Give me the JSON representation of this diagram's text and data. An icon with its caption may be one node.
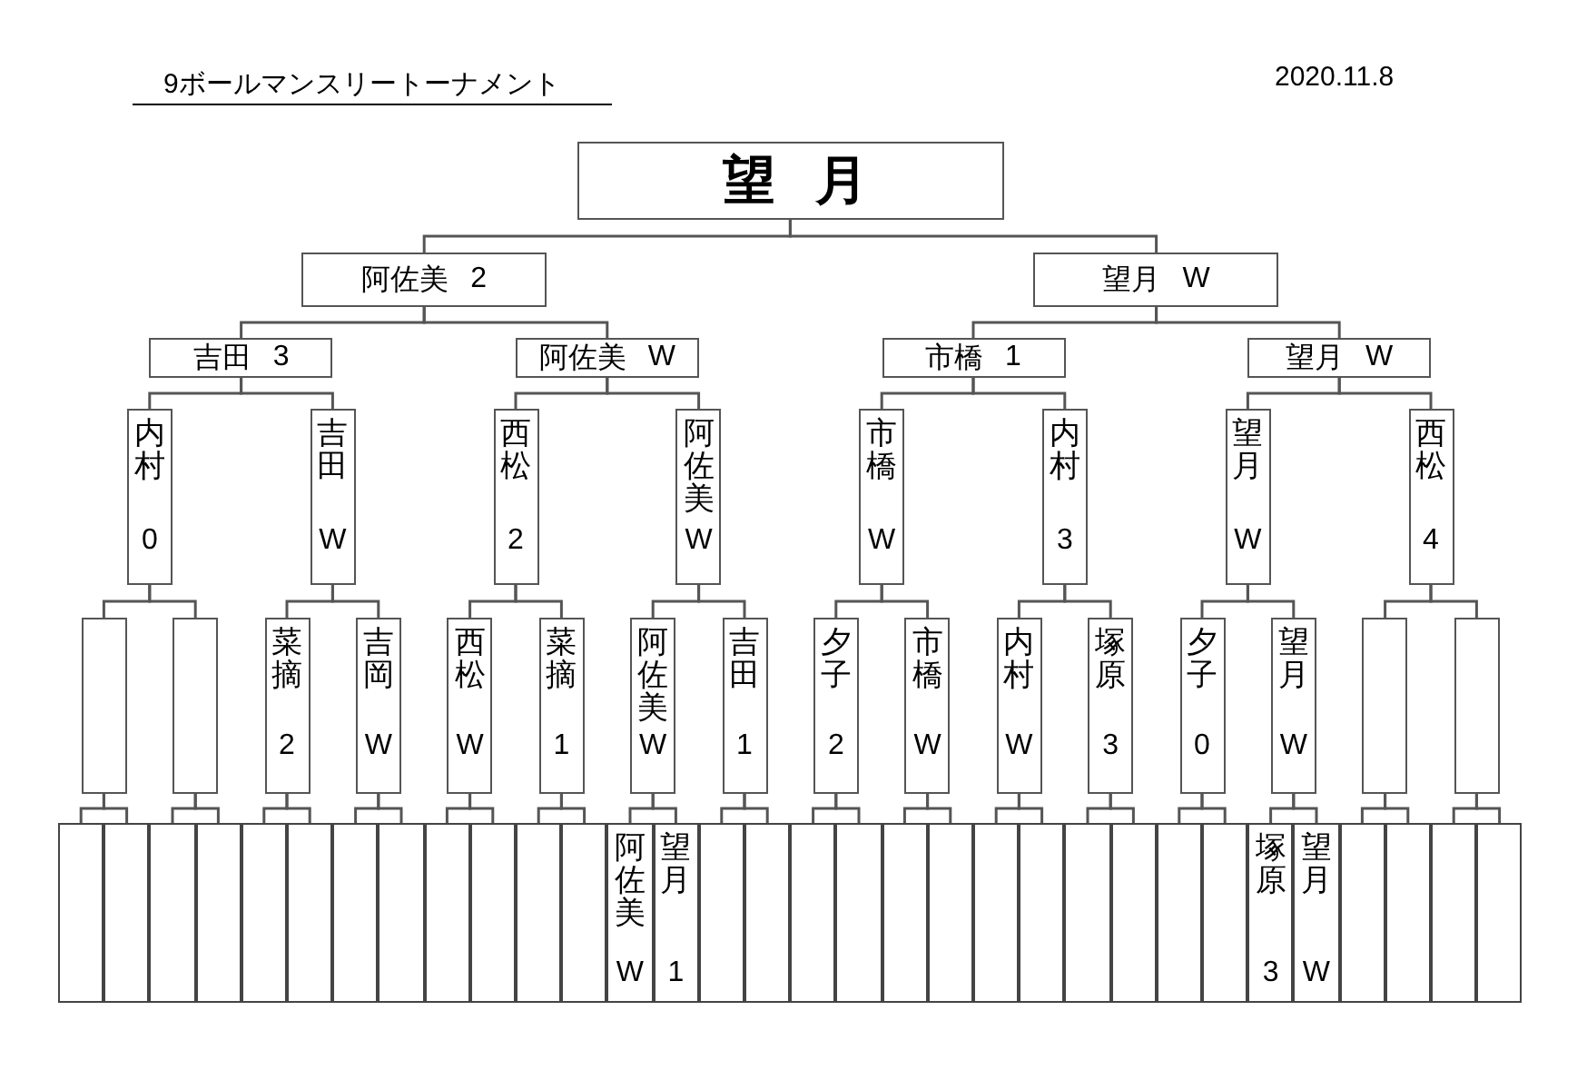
{
  "diagram": {
    "title": "9ボールマンスリートーナメント",
    "nodes": [
      {
        "text": [
          "望月"
        ]
      },
      {
        "text": [
          "阿佐美",
          "2"
        ]
      },
      {
        "text": [
          "望月",
          "W"
        ]
      },
      {
        "text": [
          "吉田",
          "3"
        ]
      },
      {
        "text": [
          "阿佐美",
          "W"
        ]
      },
      {
        "text": [
          "市橋",
          "1"
        ]
      },
      {
        "text": [
          "望月",
          "W"
        ]
      },
      {
        "text": [
          "内村",
          "0"
        ]
      },
      {
        "text": [
          "吉田",
          "W"
        ]
      },
      {
        "text": [
          "西松",
          "2"
        ]
      },
      {
        "text": [
          "阿佐美",
          "W"
        ]
      },
      {
        "text": [
          "市橋",
          "W"
        ]
      },
      {
        "text": [
          "内村",
          "3"
        ]
      },
      {
        "text": [
          "望月",
          "W"
        ]
      },
      {
        "text": [
          "西松",
          "4"
        ]
      },
      {
        "text": [],
        "shape": "box"
      },
      {
        "text": [],
        "shape": "box"
      },
      {
        "text": [
          "菜摘",
          "2"
        ]
      },
      {
        "text": [
          "吉岡",
          "W"
        ]
      },
      {
        "text": [
          "西松",
          "W"
        ]
      },
      {
        "text": [
          "菜摘",
          "1"
        ]
      },
      {
        "text": [
          "阿佐美",
          "W"
        ]
      },
      {
        "text": [
          "吉田",
          "1"
        ]
      },
      {
        "text": [
          "夕子",
          "2"
        ]
      },
      {
        "text": [
          "市橋",
          "W"
        ]
      },
      {
        "text": [
          "内村",
          "W"
        ]
      },
      {
        "text": [
          "塚原",
          "3"
        ]
      },
      {
        "text": [
          "夕子",
          "0"
        ]
      },
      {
        "text": [
          "望月",
          "W"
        ]
      },
      {
        "text": [],
        "shape": "box"
      },
      {
        "text": [],
        "shape": "box"
      },
      {
        "text": [],
        "shape": "box"
      },
      {
        "text": [],
        "shape": "box"
      },
      {
        "text": [],
        "shape": "box"
      },
      {
        "text": [],
        "shape": "box"
      },
      {
        "text": [],
        "shape": "box"
      },
      {
        "text": [],
        "shape": "box"
      },
      {
        "text": [],
        "shape": "box"
      },
      {
        "text": [],
        "shape": "box"
      },
      {
        "text": [],
        "shape": "box"
      },
      {
        "text": [],
        "shape": "box"
      },
      {
        "text": [],
        "shape": "box"
      },
      {
        "text": [],
        "shape": "box"
      },
      {
        "text": [
          "阿佐美",
          "W"
        ]
      },
      {
        "text": [
          "望月",
          "1"
        ]
      },
      {
        "text": [],
        "shape": "box"
      },
      {
        "text": [],
        "shape": "box"
      },
      {
        "text": [],
        "shape": "box"
      },
      {
        "text": [],
        "shape": "box"
      },
      {
        "text": [],
        "shape": "box"
      },
      {
        "text": [],
        "shape": "box"
      },
      {
        "text": [],
        "shape": "box"
      },
      {
        "text": [],
        "shape": "box"
      },
      {
        "text": [],
        "shape": "box"
      },
      {
        "text": [],
        "shape": "box"
      },
      {
        "text": [],
        "shape": "box"
      },
      {
        "text": [],
        "shape": "box"
      },
      {
        "text": [
          "塚原",
          "3"
        ]
      },
      {
        "text": [
          "望月",
          "W"
        ]
      },
      {
        "text": [],
        "shape": "box"
      },
      {
        "text": [],
        "shape": "box"
      },
      {
        "text": [],
        "shape": "box"
      },
      {
        "text": [],
        "shape": "box"
      }
    ],
    "edges": [
      {
        "from": 0,
        "to": 1,
        "arrow": "none"
      },
      {
        "from": 0,
        "to": 2,
        "arrow": "none"
      },
      {
        "from": 1,
        "to": 3,
        "arrow": "none"
      },
      {
        "from": 1,
        "to": 4,
        "arrow": "none"
      },
      {
        "from": 2,
        "to": 5,
        "arrow": "none"
      },
      {
        "from": 2,
        "to": 6,
        "arrow": "none"
      },
      {
        "from": 3,
        "to": 7,
        "arrow": "none"
      },
      {
        "from": 3,
        "to": 8,
        "arrow": "none"
      },
      {
        "from": 4,
        "to": 9,
        "arrow": "none"
      },
      {
        "from": 4,
        "to": 10,
        "arrow": "none"
      },
      {
        "from": 5,
        "to": 11,
        "arrow": "none"
      },
      {
        "from": 5,
        "to": 12,
        "arrow": "none"
      },
      {
        "from": 6,
        "to": 13,
        "arrow": "none"
      },
      {
        "from": 6,
        "to": 14,
        "arrow": "none"
      },
      {
        "from": 7,
        "to": 15,
        "arrow": "none"
      },
      {
        "from": 7,
        "to": 16,
        "arrow": "none"
      },
      {
        "from": 8,
        "to": 17,
        "arrow": "none"
      },
      {
        "from": 8,
        "to": 18,
        "arrow": "none"
      },
      {
        "from": 9,
        "to": 19,
        "arrow": "none"
      },
      {
        "from": 9,
        "to": 20,
        "arrow": "none"
      },
      {
        "from": 10,
        "to": 21,
        "arrow": "none"
      },
      {
        "from": 10,
        "to": 22,
        "arrow": "none"
      },
      {
        "from": 11,
        "to": 23,
        "arrow": "none"
      },
      {
        "from": 11,
        "to": 24,
        "arrow": "none"
      },
      {
        "from": 12,
        "to": 25,
        "arrow": "none"
      },
      {
        "from": 12,
        "to": 26,
        "arrow": "none"
      },
      {
        "from": 13,
        "to": 27,
        "arrow": "none"
      },
      {
        "from": 13,
        "to": 28,
        "arrow": "none"
      },
      {
        "from": 14,
        "to": 29,
        "arrow": "none"
      },
      {
        "from": 14,
        "to": 30,
        "arrow": "none"
      },
      {
        "from": 15,
        "to": 31,
        "arrow": "none"
      },
      {
        "from": 15,
        "to": 32,
        "arrow": "none"
      },
      {
        "from": 16,
        "to": 33,
        "arrow": "none"
      },
      {
        "from": 16,
        "to": 34,
        "arrow": "none"
      },
      {
        "from": 17,
        "to": 35,
        "arrow": "none"
      },
      {
        "from": 17,
        "to": 36,
        "arrow": "none"
      },
      {
        "from": 18,
        "to": 37,
        "arrow": "none"
      },
      {
        "from": 18,
        "to": 38,
        "arrow": "none"
      },
      {
        "from": 19,
        "to": 39,
        "arrow": "none"
      },
      {
        "from": 19,
        "to": 40,
        "arrow": "none"
      },
      {
        "from": 20,
        "to": 41,
        "arrow": "none"
      },
      {
        "from": 20,
        "to": 42,
        "arrow": "none"
      },
      {
        "from": 21,
        "to": 43,
        "arrow": "none"
      },
      {
        "from": 21,
        "to": 44,
        "arrow": "none"
      },
      {
        "from": 22,
        "to": 45,
        "arrow": "none"
      },
      {
        "from": 22,
        "to": 46,
        "arrow": "none"
      },
      {
        "from": 23,
        "to": 47,
        "arrow": "none"
      },
      {
        "from": 23,
        "to": 48,
        "arrow": "none"
      },
      {
        "from": 24,
        "to": 49,
        "arrow": "none"
      },
      {
        "from": 24,
        "to": 50,
        "arrow": "none"
      },
      {
        "from": 25,
        "to": 51,
        "arrow": "none"
      },
      {
        "from": 25,
        "to": 52,
        "arrow": "none"
      },
      {
        "from": 26,
        "to": 53,
        "arrow": "none"
      },
      {
        "from": 26,
        "to": 54,
        "arrow": "none"
      },
      {
        "from": 27,
        "to": 55,
        "arrow": "none"
      },
      {
        "from": 27,
        "to": 56,
        "arrow": "none"
      },
      {
        "from": 28,
        "to": 57,
        "arrow": "none"
      },
      {
        "from": 28,
        "to": 58,
        "arrow": "none"
      },
      {
        "from": 29,
        "to": 59,
        "arrow": "none"
      },
      {
        "from": 29,
        "to": 60,
        "arrow": "none"
      },
      {
        "from": 30,
        "to": 61,
        "arrow": "none"
      },
      {
        "from": 30,
        "to": 62,
        "arrow": "none"
      }
    ],
    "labels": [
      "2020.11.8"
    ]
  }
}
